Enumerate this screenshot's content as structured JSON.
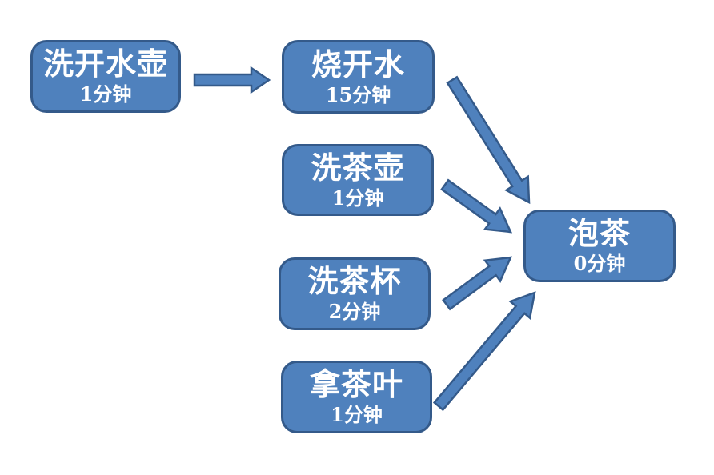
{
  "diagram": {
    "type": "flowchart",
    "colors": {
      "node_fill": "#4F81BD",
      "node_border": "#345A8A",
      "node_text": "#FFFFFF",
      "background": "#FFFFFF"
    },
    "nodes": [
      {
        "id": "wash-kettle",
        "label": "洗开水壶",
        "duration": "1分钟"
      },
      {
        "id": "boil-water",
        "label": "烧开水",
        "duration": "15分钟"
      },
      {
        "id": "wash-teapot",
        "label": "洗茶壶",
        "duration": "1分钟"
      },
      {
        "id": "wash-teacup",
        "label": "洗茶杯",
        "duration": "2分钟"
      },
      {
        "id": "get-tea-leaves",
        "label": "拿茶叶",
        "duration": "1分钟"
      },
      {
        "id": "brew-tea",
        "label": "泡茶",
        "duration": "0分钟"
      }
    ],
    "edges": [
      {
        "from": "洗开水壶",
        "to": "烧开水"
      },
      {
        "from": "烧开水",
        "to": "泡茶"
      },
      {
        "from": "洗茶壶",
        "to": "泡茶"
      },
      {
        "from": "洗茶杯",
        "to": "泡茶"
      },
      {
        "from": "拿茶叶",
        "to": "泡茶"
      }
    ]
  }
}
